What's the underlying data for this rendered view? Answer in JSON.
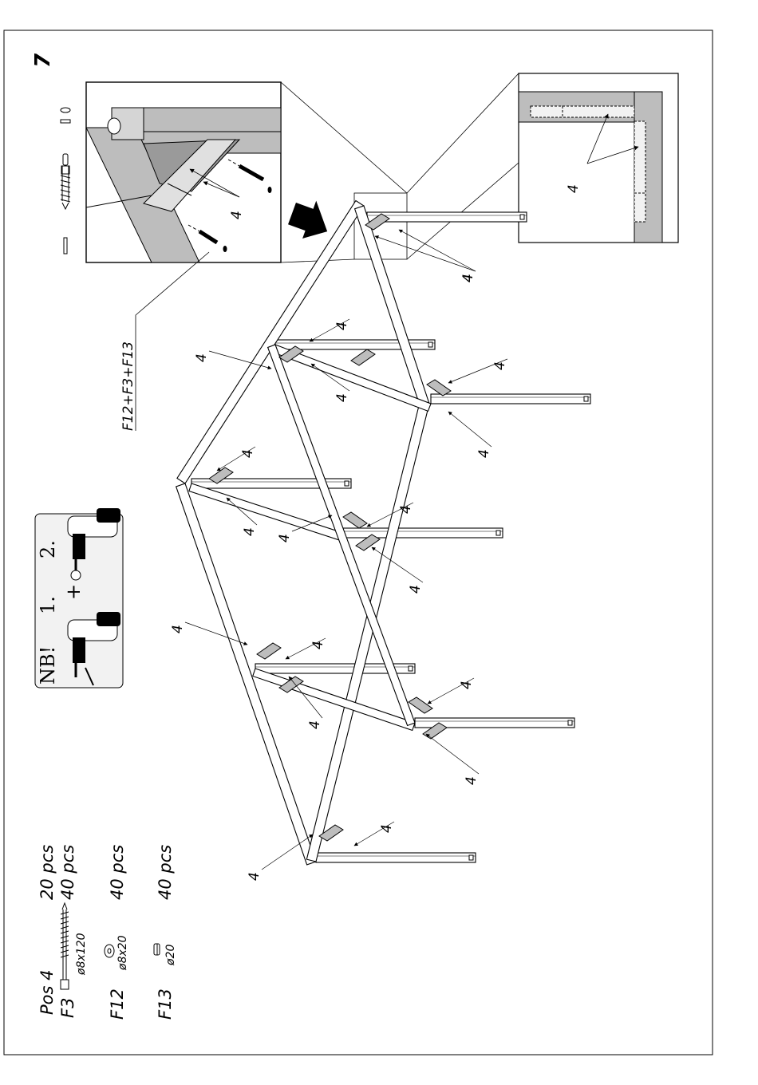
{
  "step_number": "7",
  "callout_label": "4",
  "detail_parts_label": "F12+F3+F13",
  "nb_box": {
    "heading": "NB!",
    "step1": "1.",
    "plus": "+",
    "step2": "2."
  },
  "parts_list": {
    "header": {
      "code": "Pos 4",
      "qty": "20 pcs"
    },
    "rows": [
      {
        "code": "F3",
        "spec": "ø8x120",
        "qty": "40 pcs"
      },
      {
        "code": "F12",
        "spec": "ø8x20",
        "qty": "40 pcs"
      },
      {
        "code": "F13",
        "spec": "ø20",
        "qty": "40 pcs"
      }
    ]
  },
  "colors": {
    "line": "#000000",
    "frame_fill": "#ffffff",
    "detail_fill": "#bdbdbd",
    "nb_fill": "#f2f2f2"
  }
}
